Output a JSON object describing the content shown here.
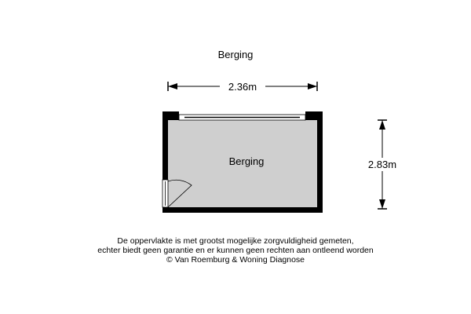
{
  "title": "Berging",
  "room": {
    "name": "Berging",
    "fill": "#cfcfcf"
  },
  "dimensions": {
    "width": "2.36m",
    "depth": "2.83m"
  },
  "disclaimer": [
    "De oppervlakte is met grootst mogelijke zorgvuldigheid gemeten,",
    "echter biedt geen garantie en er kunnen geen rechten aan ontleend worden",
    "© Van Roemburg & Woning Diagnose"
  ]
}
